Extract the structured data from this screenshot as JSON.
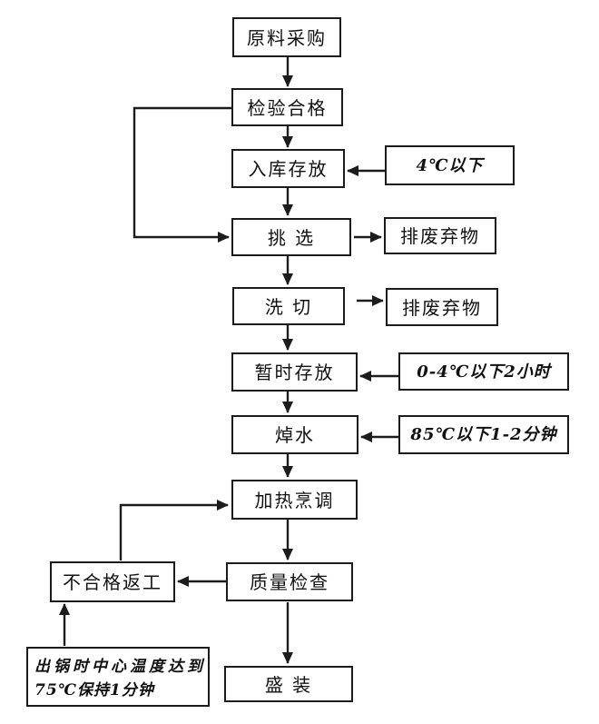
{
  "colors": {
    "line": "#1c1c1c",
    "box_border": "#1c1c1c",
    "background": "#ffffff",
    "text": "#111111"
  },
  "nodes": {
    "raw_material": {
      "label": "原料采购"
    },
    "inspection": {
      "label": "检验合格"
    },
    "warehouse": {
      "label": "入库存放"
    },
    "selection": {
      "label": "挑 选"
    },
    "wash_cut": {
      "label": "洗 切"
    },
    "temp_storage": {
      "label": "暂时存放"
    },
    "blanching": {
      "label": "焯水"
    },
    "heat_cooking": {
      "label": "加热烹调"
    },
    "quality_check": {
      "label": "质量检查"
    },
    "rework": {
      "label": "不合格返工"
    },
    "plating": {
      "label": "盛 装"
    },
    "waste_1": {
      "label": "排废弃物"
    },
    "waste_2": {
      "label": "排废弃物"
    }
  },
  "annotations": {
    "below_4c": {
      "label": "4℃以下"
    },
    "below_0_4c_2h": {
      "label": "0-4℃以下2小时"
    },
    "below_85c_1_2min": {
      "label": "85℃以下1-2分钟"
    },
    "center_temp": {
      "line1": "出锅时中心温度达到",
      "line2": "75℃保持1分钟"
    }
  },
  "edges": [
    {
      "from": "raw_material",
      "to": "inspection"
    },
    {
      "from": "inspection",
      "to": "warehouse"
    },
    {
      "from": "warehouse",
      "to": "selection"
    },
    {
      "from": "inspection",
      "to": "selection",
      "route": "left-bypass"
    },
    {
      "from": "below_4c",
      "to": "warehouse"
    },
    {
      "from": "selection",
      "to": "waste_1"
    },
    {
      "from": "selection",
      "to": "wash_cut"
    },
    {
      "from": "wash_cut",
      "to": "waste_2"
    },
    {
      "from": "wash_cut",
      "to": "temp_storage"
    },
    {
      "from": "below_0_4c_2h",
      "to": "temp_storage"
    },
    {
      "from": "temp_storage",
      "to": "blanching"
    },
    {
      "from": "below_85c_1_2min",
      "to": "blanching"
    },
    {
      "from": "blanching",
      "to": "heat_cooking"
    },
    {
      "from": "heat_cooking",
      "to": "quality_check"
    },
    {
      "from": "quality_check",
      "to": "rework"
    },
    {
      "from": "rework",
      "to": "heat_cooking",
      "route": "feedback-up"
    },
    {
      "from": "center_temp",
      "to": "rework"
    },
    {
      "from": "quality_check",
      "to": "plating"
    }
  ]
}
